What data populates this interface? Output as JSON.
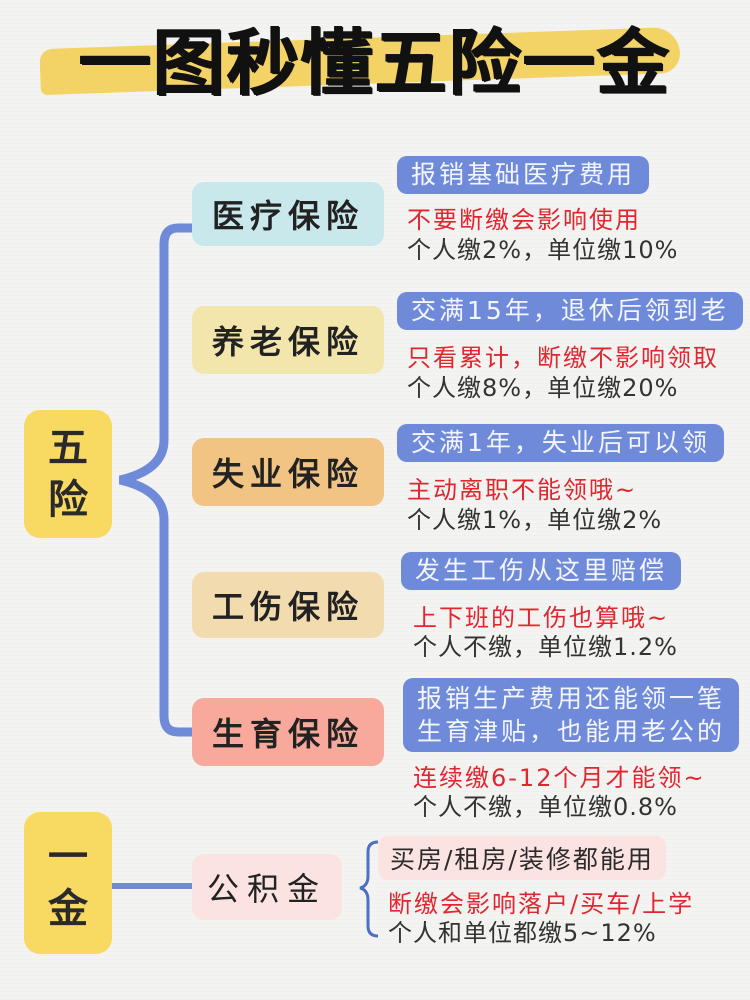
{
  "title": "一图秒懂五险一金",
  "colors": {
    "accent_yellow": "#f8da63",
    "connector_blue": "#6f8ad8",
    "note_red": "#e0262f",
    "text_dark": "#2b2b2b"
  },
  "five_insurances": {
    "label_line1": "五",
    "label_line2": "险",
    "items": [
      {
        "name": "医疗保险",
        "color": "#c9e8ec",
        "description": "报销基础医疗费用",
        "note": "不要断缴会影响使用",
        "rate": "个人缴2%，单位缴10%"
      },
      {
        "name": "养老保险",
        "color": "#f3e6ad",
        "description": "交满15年，退休后领到老",
        "note": "只看累计，断缴不影响领取",
        "rate": "个人缴8%，单位缴20%"
      },
      {
        "name": "失业保险",
        "color": "#f2c484",
        "description": "交满1年，失业后可以领",
        "note": "主动离职不能领哦~",
        "rate": "个人缴1%，单位缴2%"
      },
      {
        "name": "工伤保险",
        "color": "#f3dbb0",
        "description": "发生工伤从这里赔偿",
        "note": "上下班的工伤也算哦~",
        "rate": "个人不缴，单位缴1.2%"
      },
      {
        "name": "生育保险",
        "color": "#f8a99b",
        "description_line1": "报销生产费用还能领一笔",
        "description_line2": "生育津贴，也能用老公的",
        "note": "连续缴6-12个月才能领~",
        "rate": "个人不缴，单位缴0.8%"
      }
    ]
  },
  "one_fund": {
    "label_line1": "一",
    "label_line2": "金",
    "item": {
      "name": "公积金",
      "color": "#fbe3e1",
      "description": "买房/租房/装修都能用",
      "note": "断缴会影响落户/买车/上学",
      "rate": "个人和单位都缴5~12%"
    }
  }
}
